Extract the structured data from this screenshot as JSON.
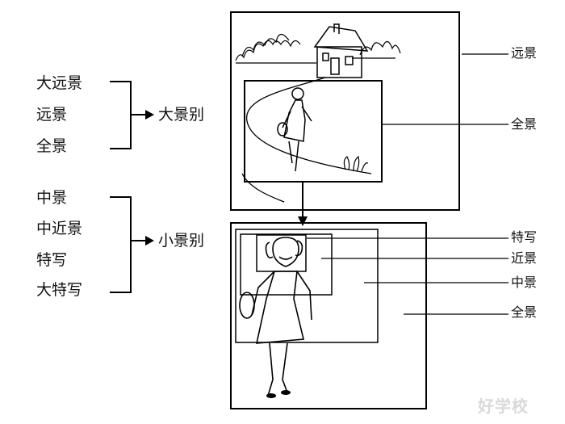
{
  "left_group": {
    "large_items": [
      "大远景",
      "远景",
      "全景"
    ],
    "large_label": "大景别",
    "small_items": [
      "中景",
      "中近景",
      "特写",
      "大特写"
    ],
    "small_label": "小景别"
  },
  "top_panel_labels": {
    "far": "远景",
    "full": "全景"
  },
  "bottom_panel_labels": {
    "closeup": "特写",
    "close": "近景",
    "medium": "中景",
    "full": "全景"
  },
  "watermark": "好学校"
}
